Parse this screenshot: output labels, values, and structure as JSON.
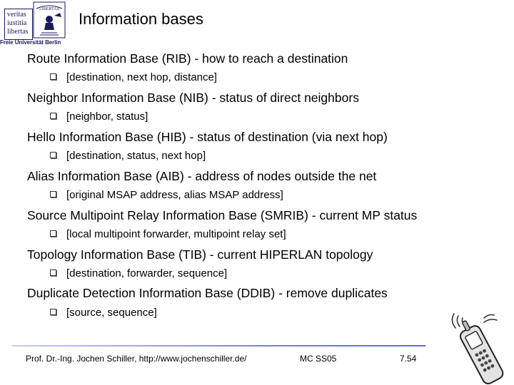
{
  "header": {
    "title": "Information bases",
    "logo": {
      "motto": [
        "veritas",
        "iustitia",
        "libertas"
      ],
      "seal_text": "LIBERTAS",
      "university": "Freie Universität Berlin"
    }
  },
  "items": [
    {
      "heading": "Route Information Base (RIB) - how to reach a destination",
      "detail": "[destination, next hop, distance]"
    },
    {
      "heading": "Neighbor Information Base (NIB) - status of direct neighbors",
      "detail": "[neighbor, status]"
    },
    {
      "heading": "Hello Information Base (HIB) - status of destination (via next hop)",
      "detail": "[destination, status, next hop]"
    },
    {
      "heading": "Alias Information Base (AIB) - address of nodes outside the net",
      "detail": "[original MSAP address, alias MSAP address]"
    },
    {
      "heading": "Source Multipoint Relay Information Base (SMRIB) - current MP status",
      "detail": "[local multipoint forwarder, multipoint relay set]"
    },
    {
      "heading": "Topology Information Base (TIB) - current HIPERLAN topology",
      "detail": "[destination, forwarder, sequence]"
    },
    {
      "heading": "Duplicate Detection Information Base (DDIB) - remove duplicates",
      "detail": "[source, sequence]"
    }
  ],
  "footer": {
    "author": "Prof. Dr.-Ing. Jochen Schiller, http://www.jochenschiller.de/",
    "course": "MC SS05",
    "page": "7.54"
  },
  "colors": {
    "logo_blue": "#1a1a5e",
    "footer_line": "#7a86c8"
  }
}
